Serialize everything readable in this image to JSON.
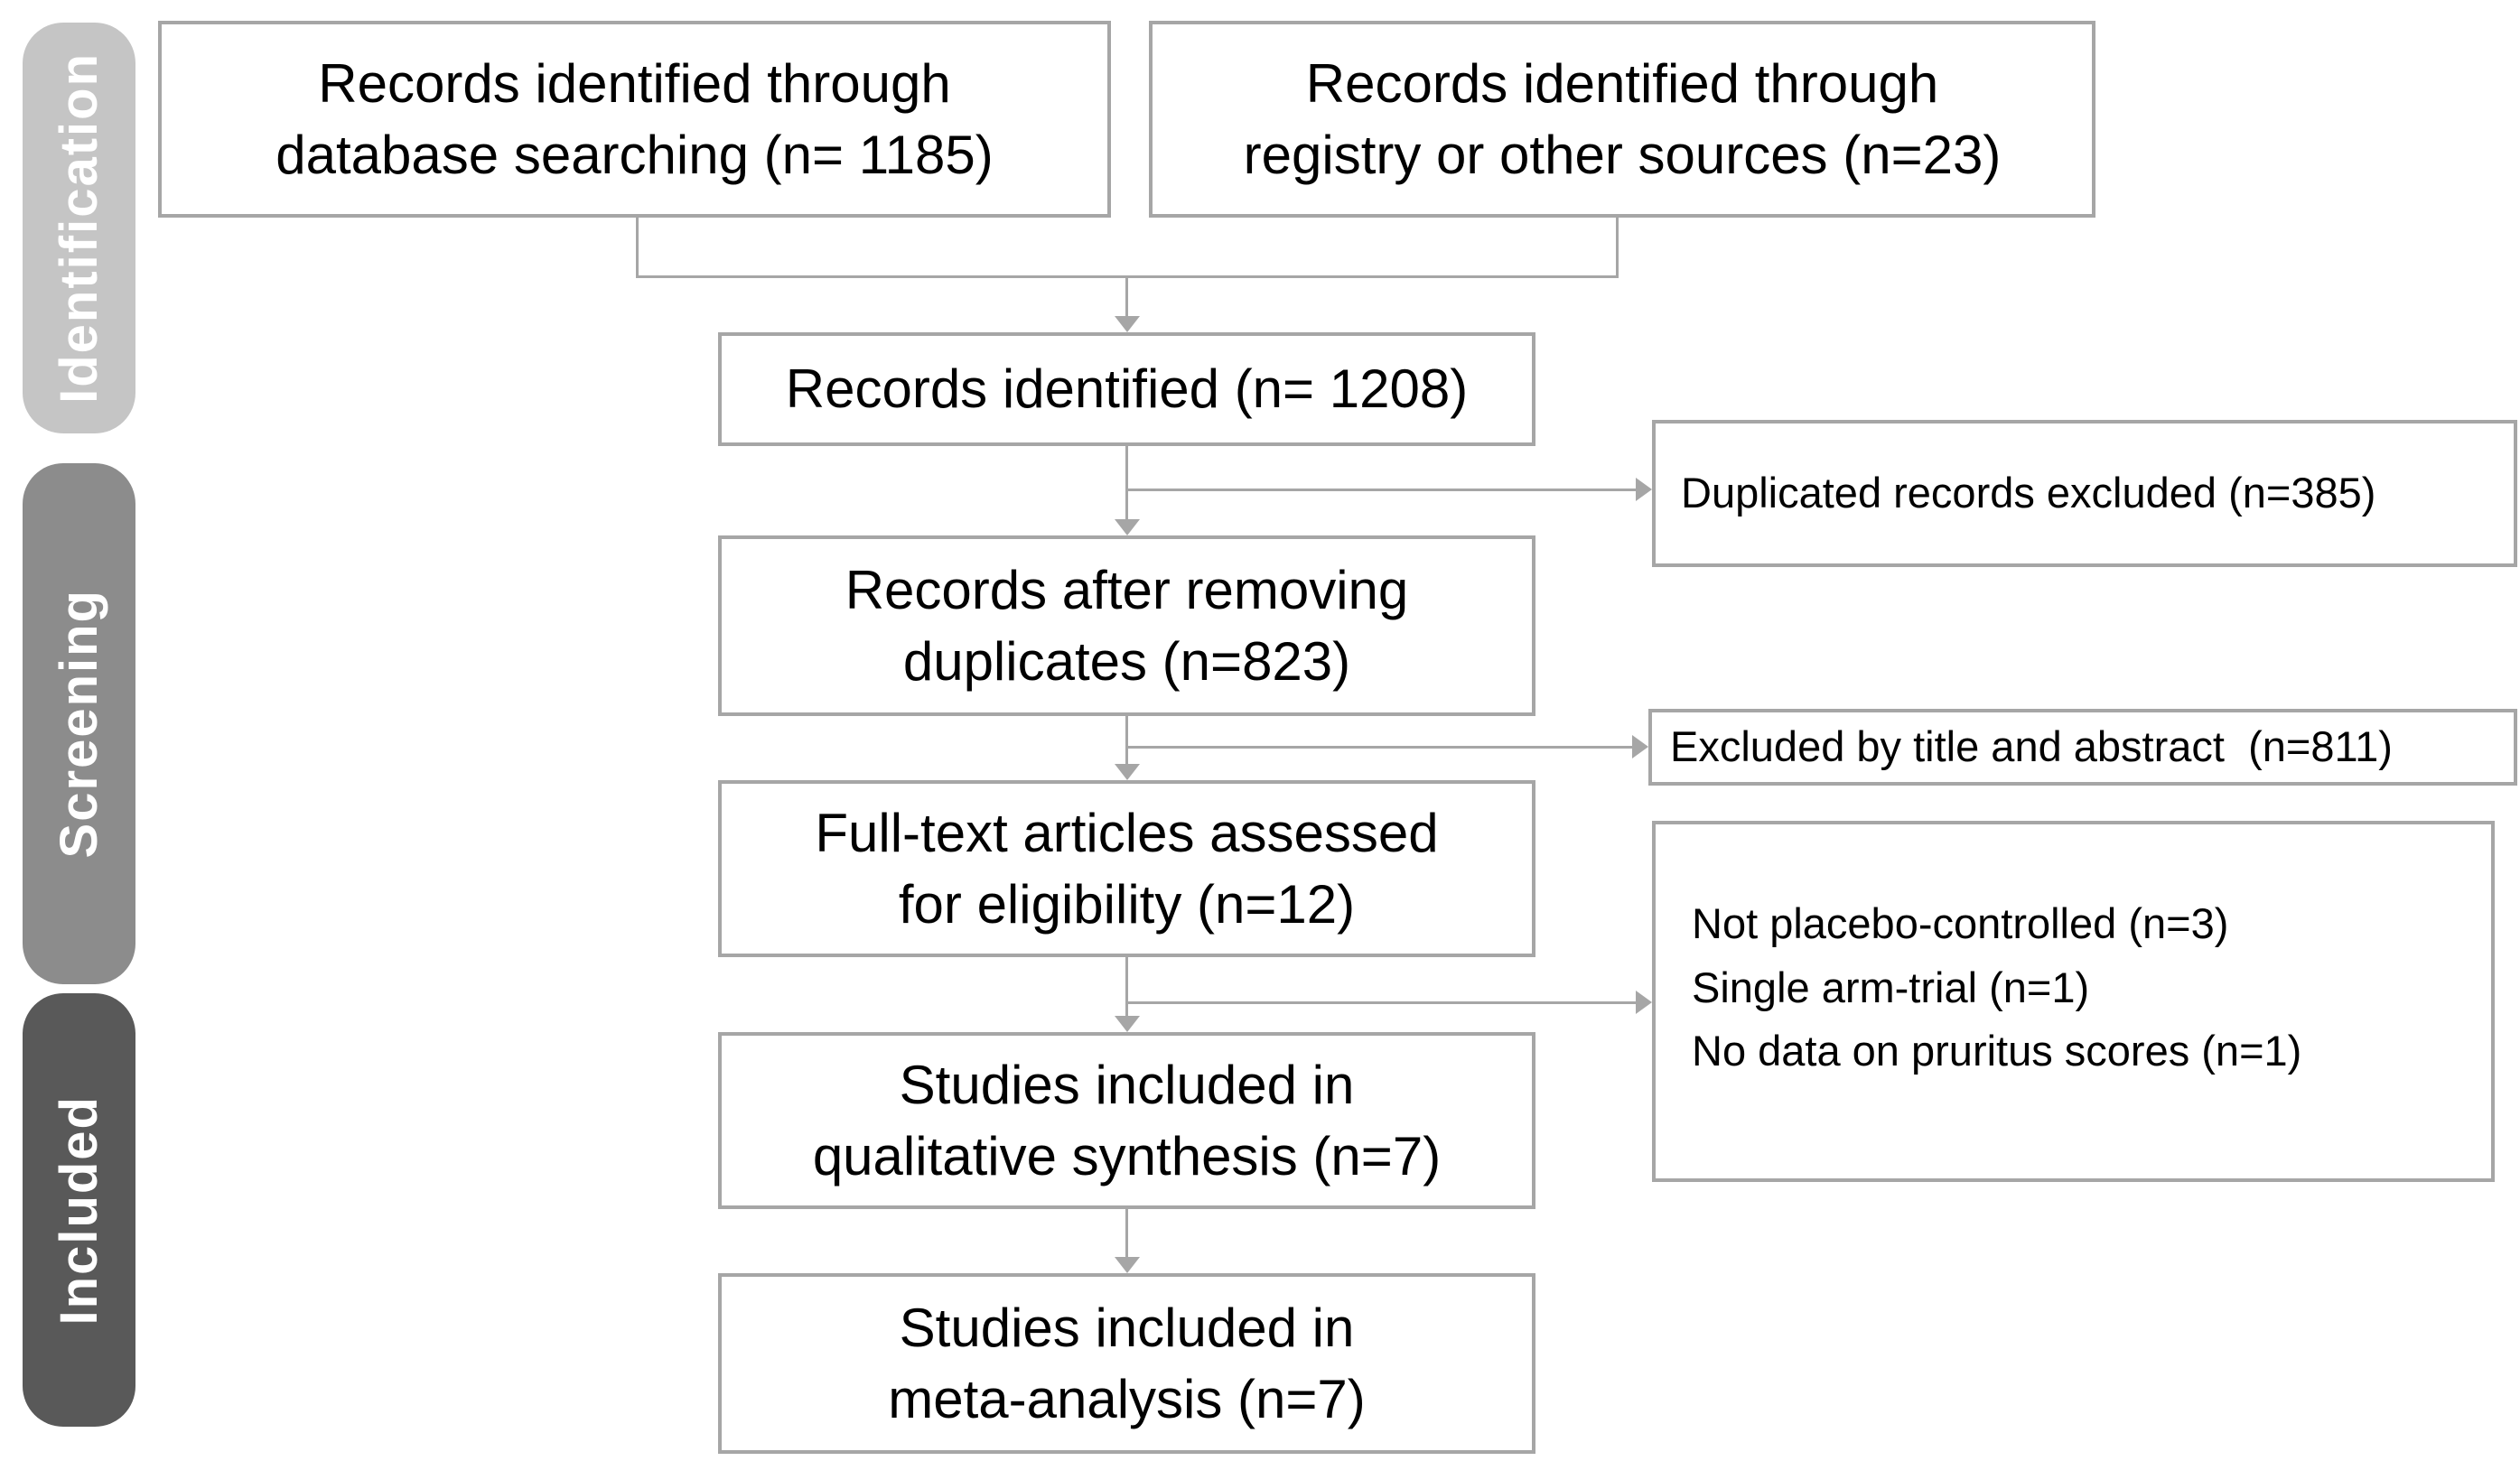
{
  "diagram_type": "prisma-flow",
  "colors": {
    "stage_identification": "#c5c5c5",
    "stage_screening": "#8c8c8c",
    "stage_included": "#595959",
    "stage_text": "#ffffff",
    "box_border": "#a6a6a6",
    "connector": "#a6a6a6",
    "box_text": "#000000"
  },
  "stages": [
    {
      "label": "Identification",
      "color": "#c5c5c5"
    },
    {
      "label": "Screening",
      "color": "#8c8c8c"
    },
    {
      "label": "Included",
      "color": "#595959"
    }
  ],
  "boxes": {
    "database": {
      "lines": [
        "Records identified through",
        "database searching (n= 1185)"
      ]
    },
    "registry": {
      "lines": [
        "Records identified through",
        "registry or other sources (n=23)"
      ]
    },
    "identified": {
      "lines": [
        "Records identified (n= 1208)"
      ]
    },
    "duplicates_excluded": {
      "lines": [
        "Duplicated records excluded (n=385)"
      ]
    },
    "after_duplicates": {
      "lines": [
        "Records after removing",
        "duplicates (n=823)"
      ]
    },
    "title_abstract_excluded": {
      "lines": [
        "Excluded by title and abstract  (n=811)"
      ]
    },
    "fulltext": {
      "lines": [
        "Full-text articles assessed",
        "for eligibility (n=12)"
      ]
    },
    "exclusion_reasons": {
      "lines": [
        "Not placebo-controlled (n=3)",
        "Single arm-trial (n=1)",
        "No data on pruritus scores (n=1)"
      ]
    },
    "qualitative": {
      "lines": [
        "Studies included in",
        "qualitative synthesis (n=7)"
      ]
    },
    "meta_analysis": {
      "lines": [
        "Studies included in",
        "meta-analysis (n=7)"
      ]
    }
  },
  "counts": {
    "database": 1185,
    "registry": 23,
    "identified": 1208,
    "duplicates_excluded": 385,
    "after_duplicates": 823,
    "title_abstract_excluded": 811,
    "fulltext_assessed": 12,
    "not_placebo_controlled": 3,
    "single_arm_trial": 1,
    "no_pruritus_data": 1,
    "qualitative_synthesis": 7,
    "meta_analysis": 7
  }
}
